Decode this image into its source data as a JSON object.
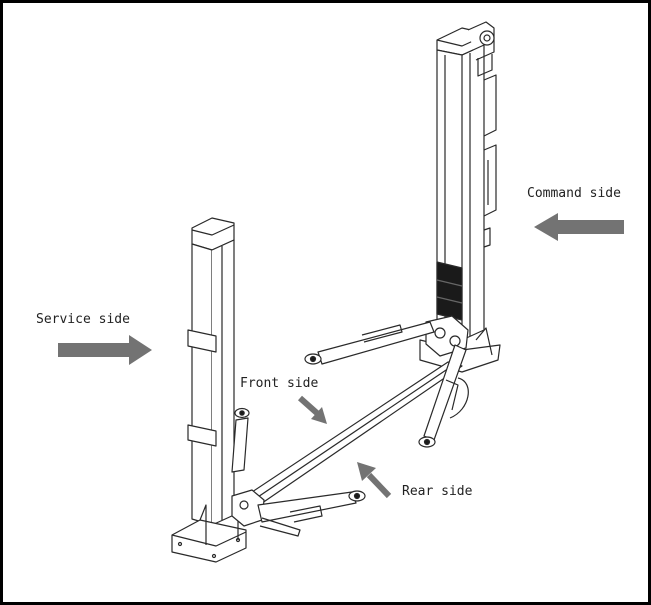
{
  "labels": {
    "command": "Command side",
    "service": "Service side",
    "front": "Front side",
    "rear": "Rear side"
  },
  "colors": {
    "arrow": "#737373",
    "line": "#2a2a2a",
    "pad": "#1a1a1a"
  }
}
